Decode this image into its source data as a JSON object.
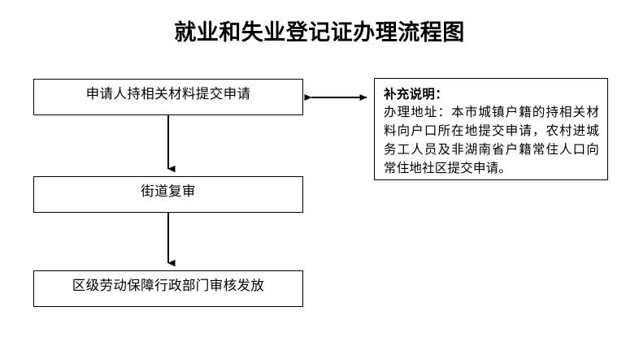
{
  "document": {
    "title": "就业和失业登记证办理流程图",
    "background_color": "#ffffff",
    "line_color": "#000000"
  },
  "flowchart": {
    "type": "process-flow",
    "orientation": "vertical",
    "steps": [
      {
        "id": "apply",
        "order": 1,
        "label": "申请人持相关材料提交申请"
      },
      {
        "id": "review",
        "order": 2,
        "label": "街道复审"
      },
      {
        "id": "issue",
        "order": 3,
        "label": "区级劳动保障行政部门审核发放"
      }
    ],
    "connectors": [
      {
        "id": "apply-to-review",
        "from": "apply",
        "to": "review",
        "style": "single-arrow-down"
      },
      {
        "id": "review-to-issue",
        "from": "review",
        "to": "issue",
        "style": "single-arrow-down"
      },
      {
        "id": "apply-to-note",
        "from": "apply",
        "to": "note",
        "style": "double-arrow-horizontal"
      }
    ],
    "note": {
      "id": "note",
      "heading": "补充说明：",
      "body": "办理地址：本市城镇户籍的持相关材料向户口所在地提交申请，农村进城务工人员及非湖南省户籍常住人口向常住地社区提交申请。"
    }
  }
}
